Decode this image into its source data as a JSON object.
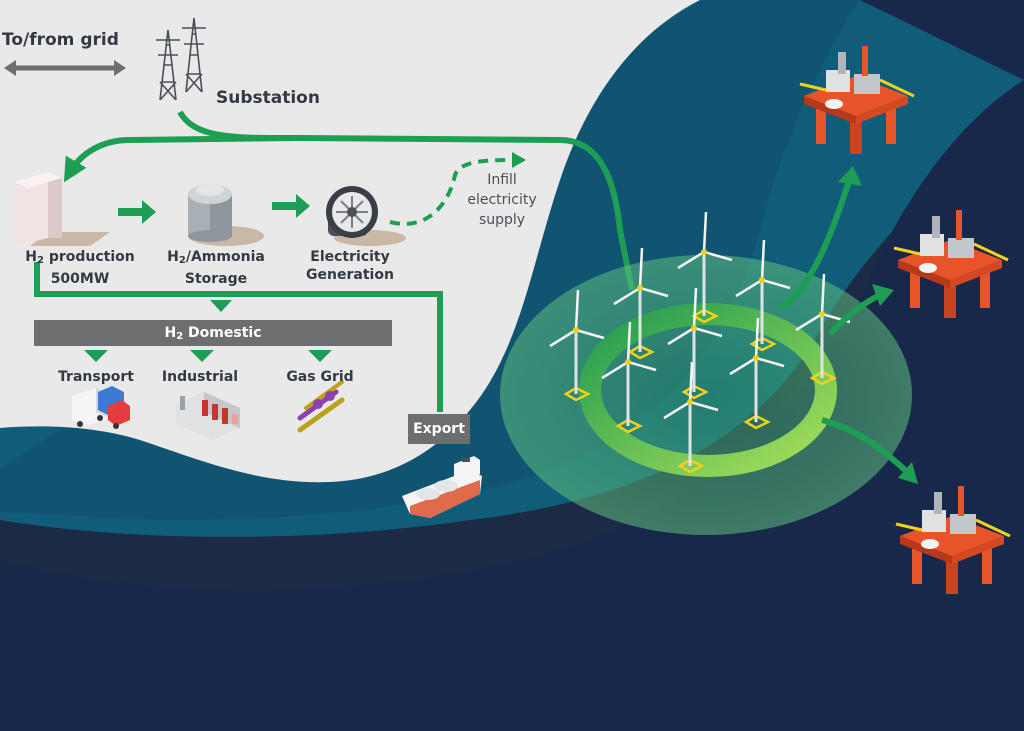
{
  "labels": {
    "grid": "To/from grid",
    "substation": "Substation",
    "h2_production_line1_main": "H",
    "h2_production_line1_sub": "2",
    "h2_production_line1_rest": " production",
    "h2_production_line2": "500MW",
    "storage_line1_main": "H",
    "storage_line1_sub": "2",
    "storage_line1_rest": "/Ammonia",
    "storage_line2": "Storage",
    "electricity_line1": "Electricity",
    "electricity_line2": "Generation",
    "infill_line1": "Infill",
    "infill_line2": "electricity",
    "infill_line3": "supply",
    "domestic_main": "H",
    "domestic_sub": "2",
    "domestic_rest": " Domestic",
    "transport": "Transport",
    "industrial": "Industrial",
    "gas_grid": "Gas Grid",
    "export": "Export"
  },
  "colors": {
    "land": "#e9e9ea",
    "sea_teal": "#0f5d78",
    "sea_navy": "#182a4a",
    "arrow_green": "#1e9e54",
    "label_bar": "#6d6e70",
    "platform_orange": "#e8542a",
    "turbine_yellow": "#f0d21c"
  },
  "icons": {
    "pylon": "pylon-icon",
    "h2_plant": "h2-production-icon",
    "tank": "storage-tank-icon",
    "turbine": "turbine-generator-icon",
    "truck": "truck-icon",
    "factory": "factory-icon",
    "pipe": "gas-pipe-icon",
    "ship": "ship-icon",
    "wind_turbine": "wind-turbine-icon",
    "platform": "oil-platform-icon"
  }
}
